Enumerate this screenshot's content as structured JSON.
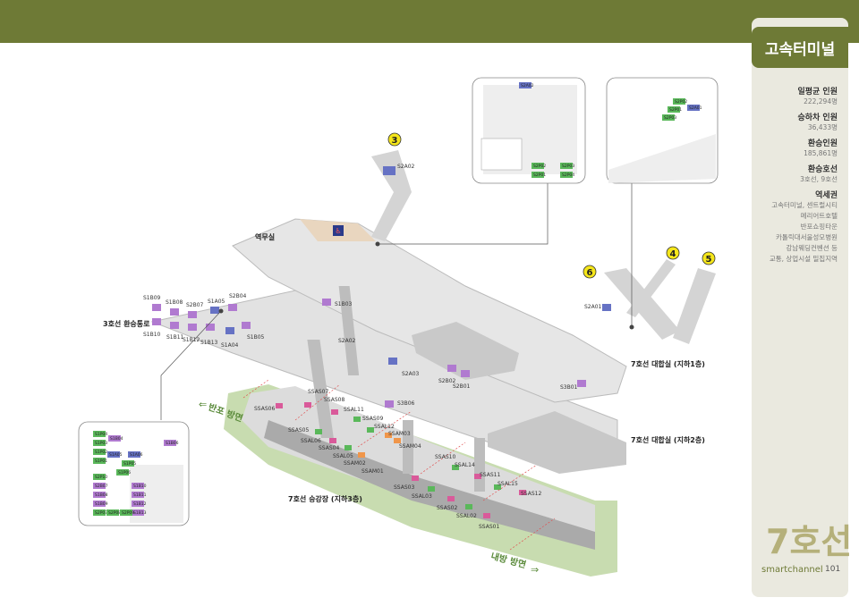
{
  "station": "고속터미널",
  "stats": [
    {
      "label": "일평균 인원",
      "value": "222,294명"
    },
    {
      "label": "승하차 인원",
      "value": "36,433명"
    },
    {
      "label": "환승인원",
      "value": "185,861명"
    },
    {
      "label": "환승호선",
      "value": "3호선, 9호선"
    }
  ],
  "area": {
    "label": "역세권",
    "lines": [
      "고속터미널, 센트럴시티",
      "메리어트호텔",
      "반포쇼핑타운",
      "카톨릭대서울성모병원",
      "강남웨딩컨벤션 등",
      "교통, 상업시설 밀집지역"
    ]
  },
  "line_name": "7호선",
  "brand": "smartchannel",
  "page_number": "101",
  "map": {
    "exits": [
      "3",
      "4",
      "5",
      "6"
    ],
    "room_label": "역무실",
    "transfer_label": "3호선 환승통로",
    "level1": "7호선 대합실 (지하1층)",
    "level2": "7호선 대합실 (지하2층)",
    "level3": "7호선 승강장 (지하3층)",
    "direction_banpo": "반포 방면",
    "direction_naebang": "내방 방면",
    "labels": {
      "S2A02": "S2A02",
      "S1B09": "S1B09",
      "S1B08": "S1B08",
      "S2B07": "S2B07",
      "S1A05": "S1A05",
      "S2B04": "S2B04",
      "S1B10": "S1B10",
      "S1B11": "S1B11",
      "S1B12": "S1B12",
      "S1B13": "S1B13",
      "S1A04": "S1A04",
      "S1B05": "S1B05",
      "S1B03": "S1B03",
      "S2A02b": "S2A02",
      "S2A03": "S2A03",
      "S2B02": "S2B02",
      "S2B01": "S2B01",
      "S3B01": "S3B01",
      "S2A01": "S2A01",
      "S3B06": "S3B06",
      "SSAS06": "SSAS06",
      "SSAS07": "SSAS07",
      "SSAS08": "SSAS08",
      "SSAL11": "SSAL11",
      "SSAS09": "SSAS09",
      "SSAL12": "SSAL12",
      "SSAM03": "SSAM03",
      "SSAM04": "SSAM04",
      "SSAS05": "SSAS05",
      "SSAL06": "SSAL06",
      "SSAS04": "SSAS04",
      "SSAL05": "SSAL05",
      "SSAM02": "SSAM02",
      "SSAM01": "SSAM01",
      "SSAS10": "SSAS10",
      "SSAL14": "SSAL14",
      "SSAS11": "SSAS11",
      "SSAL15": "SSAL15",
      "SSAS12": "SSAS12",
      "SSAS03": "SSAS03",
      "SSAL03": "SSAL03",
      "SSAS02": "SSAS02",
      "SSAL02": "SSAL02",
      "SSAS01": "SSAS01"
    },
    "inset_top1": [
      "S2A02",
      "S2P02",
      "S2P01",
      "S2P03",
      "S2P04"
    ],
    "inset_top2": [
      "S2P02",
      "S2P01",
      "S2P03",
      "S2A01"
    ],
    "inset_left": [
      "S1P04",
      "S1P03",
      "S1P02",
      "S1P01",
      "S1B04",
      "S1A06",
      "S1A05",
      "S1P05",
      "S1P06",
      "S1B06",
      "S2P10",
      "S2B07",
      "S1B08",
      "S1B09",
      "S1B10",
      "S1B11",
      "S1B12",
      "S1B13",
      "S2P07",
      "S2P08",
      "S2P09"
    ]
  },
  "colors": {
    "accent": "#6e7a36",
    "sign_purple": "#b07ad0",
    "sign_blue": "#6672c4",
    "sign_pink": "#d95a9a",
    "sign_green": "#5ab85a",
    "sign_orange": "#f0964a"
  }
}
